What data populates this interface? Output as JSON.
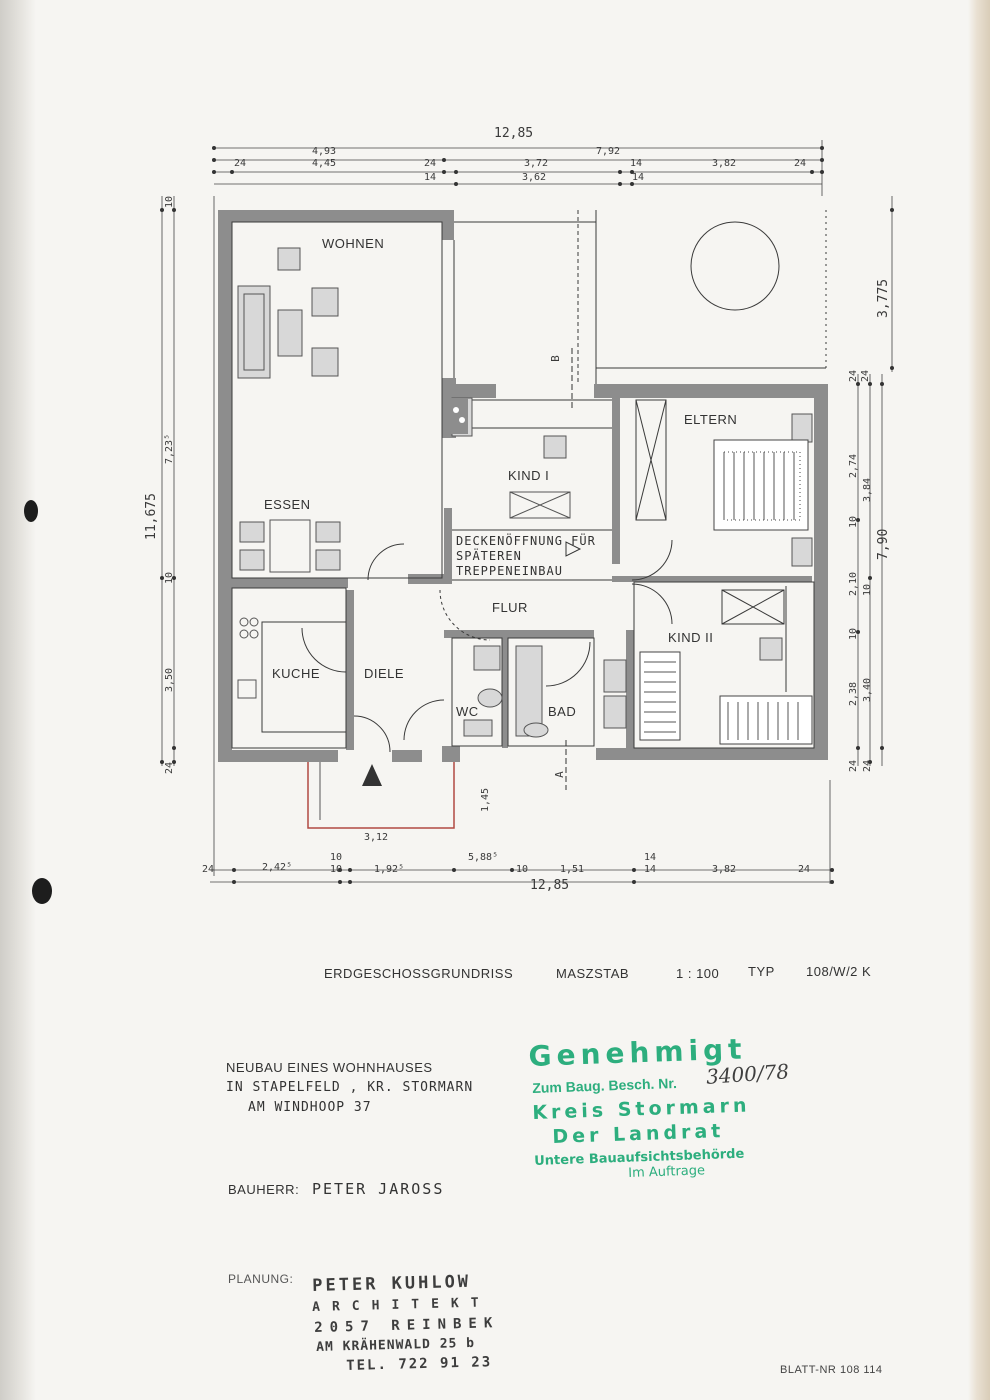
{
  "plan": {
    "rooms": {
      "wohnen": "WOHNEN",
      "essen": "ESSEN",
      "kind1": "KIND I",
      "eltern": "ELTERN",
      "flur": "FLUR",
      "kueche": "KUCHE",
      "diele": "DIELE",
      "wc": "WC",
      "bad": "BAD",
      "kind2": "KIND II"
    },
    "ceiling_note": "DECKENÖFFNUNG FÜR\nSPÄTEREN\nTREPPENEINBAU",
    "section_marks": [
      "B",
      "A"
    ],
    "dims_top": {
      "overall": "12,85",
      "d_493": "4,93",
      "d_792": "7,92",
      "d_24a": "24",
      "d_445": "4,45",
      "d_24b": "24",
      "d_372": "3,72",
      "d_14a": "14",
      "d_382": "3,82",
      "d_24c": "24",
      "d_14b": "14",
      "d_362": "3,62",
      "d_14c": "14"
    },
    "dims_left": {
      "overall": "11,675",
      "d_10": "10",
      "d_7235": "7,23⁵",
      "d_10b": "10",
      "d_350": "3,50",
      "d_24": "24"
    },
    "dims_right": {
      "d_3775": "3,775",
      "d_24a": "24",
      "d_24b": "24",
      "d_274": "2,74",
      "d_384": "3,84",
      "d_10a": "10",
      "d_790": "7,90",
      "d_210": "2,10",
      "d_10b": "10",
      "d_10c": "10",
      "d_238": "2,38",
      "d_340": "3,40",
      "d_24c": "24",
      "d_24d": "24"
    },
    "dims_bottom": {
      "d_24a": "24",
      "d_2425": "2,42⁵",
      "d_10a": "10",
      "d_10b": "10",
      "d_1925": "1,92⁵",
      "d_5885": "5,88⁵",
      "d_10c": "10",
      "d_151": "1,51",
      "d_14a": "14",
      "d_14b": "14",
      "d_382": "3,82",
      "d_24b": "24",
      "overall": "12,85",
      "porch_width": "3,12",
      "porch_depth": "1,45"
    }
  },
  "title_block": {
    "drawing": "ERDGESCHOSSGRUNDRISS",
    "scale_label": "MASZSTAB",
    "scale_value": "1 : 100",
    "type_label": "TYP",
    "type_value": "108/W/2 K"
  },
  "project": {
    "line1": "NEUBAU EINES WOHNHAUSES",
    "line2": "IN STAPELFELD , KR. STORMARN",
    "line3": "AM WINDHOOP 37"
  },
  "client": {
    "label": "BAUHERR:",
    "name": "PETER JAROSS"
  },
  "planning": {
    "label": "PLANUNG:",
    "stamp": [
      "PETER KUHLOW",
      "ARCHITEKT",
      "2057 REINBEK",
      "AM KRÄHENWALD 25 b",
      "TEL. 722 91 23"
    ]
  },
  "approval_stamp": {
    "title": "Genehmigt",
    "line1": "Zum Baug. Besch. Nr.",
    "number": "3400/78",
    "line2": "Kreis Stormarn",
    "line3": "Der Landrat",
    "line4": "Untere Bauaufsichtsbehörde",
    "line5": "Im Auftrage"
  },
  "sheet_ref": {
    "label": "BLATT-NR",
    "value": "108 114"
  },
  "colors": {
    "wall": "#8d8d8d",
    "line": "#3a3a3a",
    "stamp_green": "#2dae7e",
    "porch_red": "#b04a43"
  }
}
